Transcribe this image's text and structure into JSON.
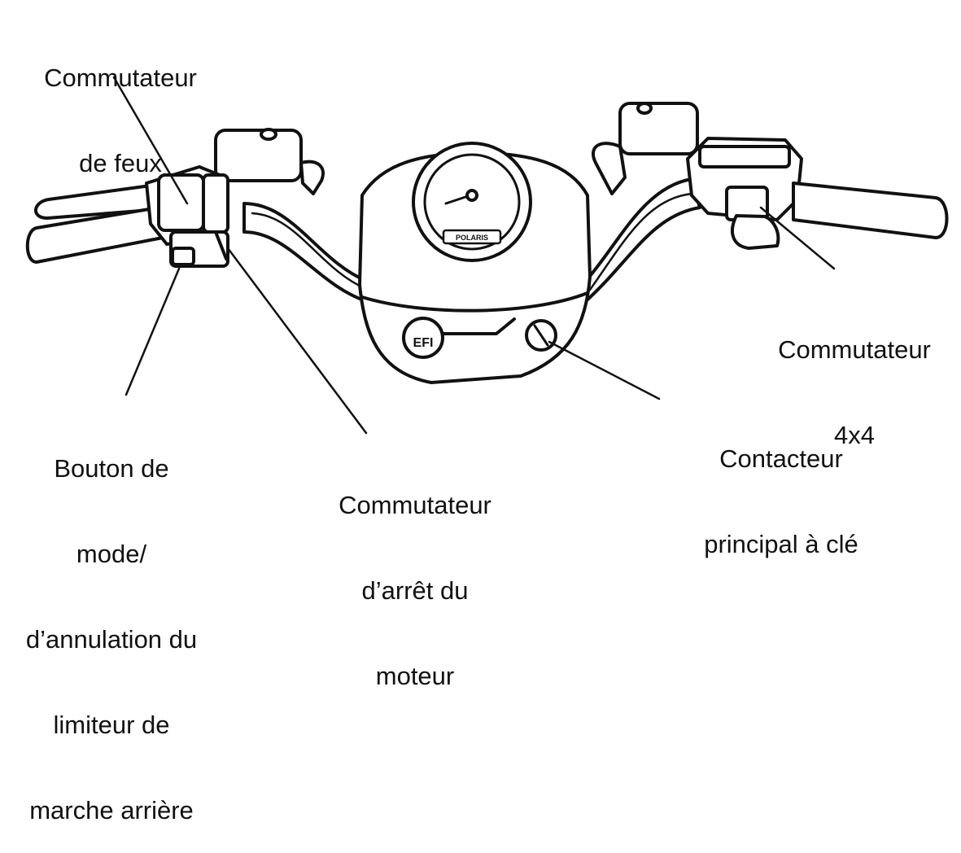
{
  "labels": {
    "lights_switch": [
      "Commutateur",
      "de feux"
    ],
    "four_wd_switch": [
      "Commutateur",
      "4x4"
    ],
    "ignition_switch": [
      "Contacteur",
      "principal à clé"
    ],
    "engine_stop_switch": [
      "Commutateur",
      "d’arrêt du",
      "moteur"
    ],
    "mode_button": [
      "Bouton de",
      "mode/",
      "d’annulation du",
      "limiteur de",
      "marche arrière"
    ]
  },
  "device_marks": {
    "brand": "POLARIS",
    "efi": "EFI"
  }
}
